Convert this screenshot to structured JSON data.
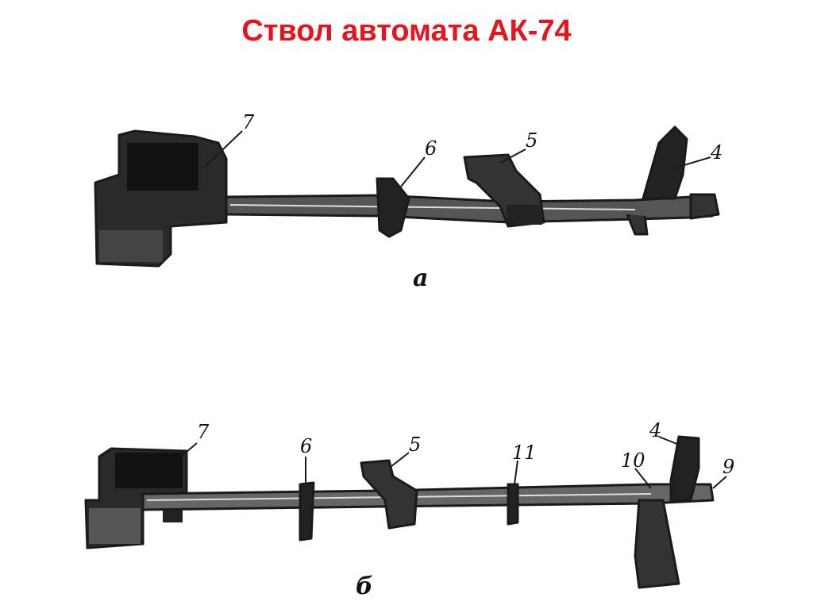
{
  "slide": {
    "title": "Ствол автомата АК-74",
    "title_color": "#e8141b"
  },
  "figure_a": {
    "caption": "а",
    "labels": [
      "7",
      "6",
      "5",
      "4"
    ]
  },
  "figure_b": {
    "caption": "б",
    "labels": [
      "7",
      "6",
      "5",
      "11",
      "10",
      "4",
      "9"
    ]
  },
  "colors": {
    "ink": "#1a1a1a",
    "background": "#ffffff"
  }
}
